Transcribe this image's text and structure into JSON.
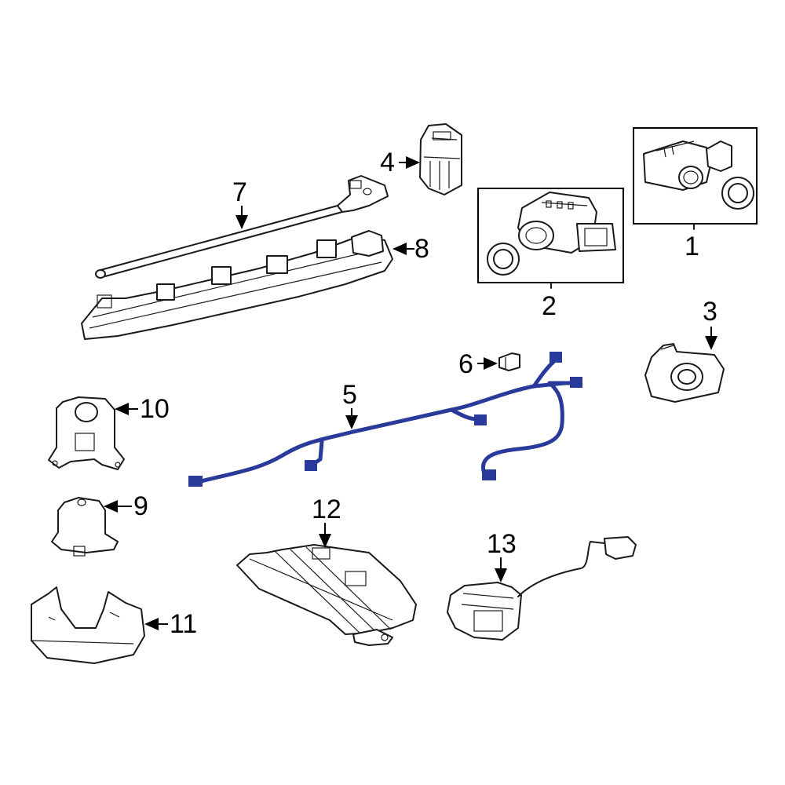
{
  "diagram": {
    "callouts": [
      "1",
      "2",
      "3",
      "4",
      "5",
      "6",
      "7",
      "8",
      "9",
      "10",
      "11",
      "12",
      "13"
    ],
    "highlight_color": "#2a3a9a",
    "line_color": "#1a1a1a"
  }
}
